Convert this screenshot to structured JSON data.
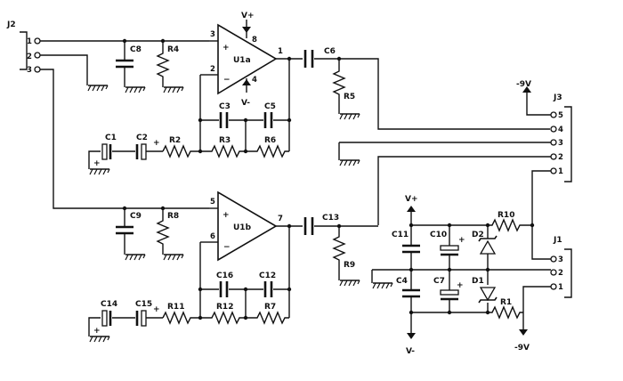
{
  "labels": {
    "J1": "J1",
    "J2": "J2",
    "J3": "J3",
    "U1a": "U1a",
    "U1b": "U1b",
    "C1": "C1",
    "C2": "C2",
    "C3": "C3",
    "C4": "C4",
    "C5": "C5",
    "C6": "C6",
    "C7": "C7",
    "C8": "C8",
    "C9": "C9",
    "C10": "C10",
    "C11": "C11",
    "C12": "C12",
    "C13": "C13",
    "C14": "C14",
    "C15": "C15",
    "C16": "C16",
    "R1": "R1",
    "R2": "R2",
    "R3": "R3",
    "R4": "R4",
    "R5": "R5",
    "R6": "R6",
    "R7": "R7",
    "R8": "R8",
    "R9": "R9",
    "R10": "R10",
    "R11": "R11",
    "R12": "R12",
    "D1": "D1",
    "D2": "D2"
  },
  "rails": {
    "vplus": "V+",
    "vminus": "V-",
    "neg9v": "-9V"
  },
  "symbols": {
    "plus": "+",
    "minus": "−"
  },
  "pins": {
    "p1": "1",
    "p2": "2",
    "p3": "3",
    "p4": "4",
    "p5": "5",
    "p6": "6",
    "p7": "7",
    "p8": "8"
  }
}
